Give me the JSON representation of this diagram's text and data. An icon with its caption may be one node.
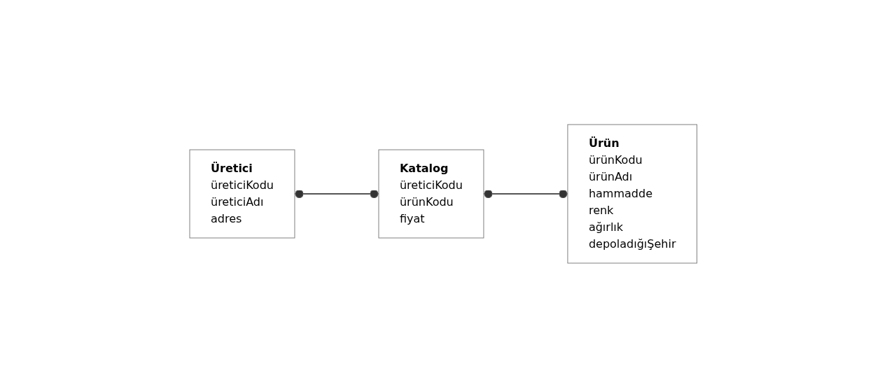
{
  "diagram": {
    "nodes": [
      {
        "text": [
          "Üretici",
          "üreticiKodu",
          "üreticiAdı",
          "adres"
        ]
      },
      {
        "text": [
          "Katalog",
          "üreticiKodu",
          "ürünKodu",
          "fiyat"
        ]
      },
      {
        "text": [
          "Ürün",
          "ürünKodu",
          "ürünAdı",
          "hammadde",
          "renk",
          "ağırlık",
          "depoladığıŞehir"
        ]
      }
    ],
    "edges": [
      {
        "from": 0,
        "to": 1,
        "arrow": "other"
      },
      {
        "from": 1,
        "to": 2,
        "arrow": "other"
      }
    ]
  }
}
